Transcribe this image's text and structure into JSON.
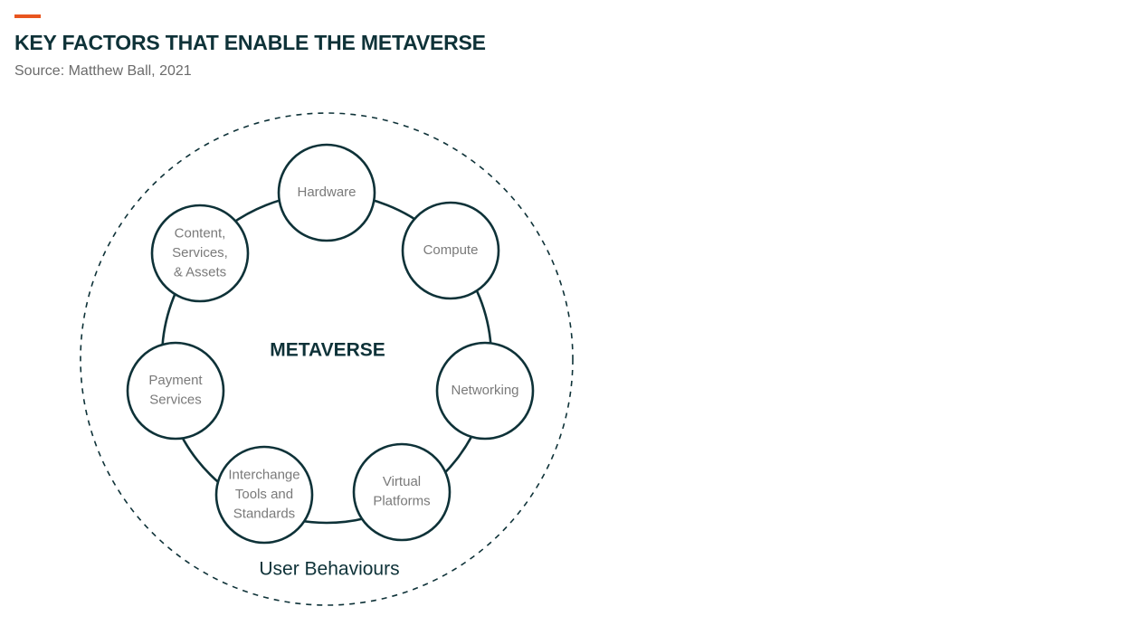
{
  "header": {
    "title": "KEY FACTORS THAT ENABLE THE METAVERSE",
    "source": "Source: Matthew Ball, 2021"
  },
  "colors": {
    "accent": "#e8551f",
    "dark": "#0e3238",
    "node_text": "#7a7a7a"
  },
  "diagram": {
    "center_label": "METAVERSE",
    "outer_label": "User Behaviours",
    "nodes": [
      {
        "id": "hardware",
        "lines": [
          "Hardware"
        ]
      },
      {
        "id": "compute",
        "lines": [
          "Compute"
        ]
      },
      {
        "id": "networking",
        "lines": [
          "Networking"
        ]
      },
      {
        "id": "virtual-platforms",
        "lines": [
          "Virtual",
          "Platforms"
        ]
      },
      {
        "id": "interchange",
        "lines": [
          "Interchange",
          "Tools and",
          "Standards"
        ]
      },
      {
        "id": "payment-services",
        "lines": [
          "Payment",
          "Services"
        ]
      },
      {
        "id": "content",
        "lines": [
          "Content,",
          "Services,",
          "& Assets"
        ]
      }
    ]
  }
}
